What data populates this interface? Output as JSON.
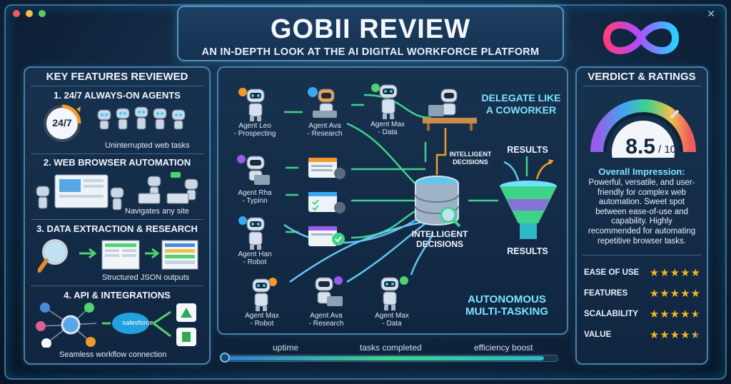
{
  "window": {
    "dot_colors": [
      "#ee5d5d",
      "#f3c04a",
      "#57c96b"
    ],
    "close_glyph": "✕"
  },
  "header": {
    "title": "GOBII REVIEW",
    "subtitle": "AN IN-DEPTH LOOK AT THE AI DIGITAL WORKFORCE PLATFORM"
  },
  "left": {
    "heading": "KEY FEATURES REVIEWED",
    "sections": [
      {
        "title": "1. 24/7 ALWAYS-ON AGENTS",
        "clock_text": "24/7",
        "caption": "Uninterrupted web tasks"
      },
      {
        "title": "2. WEB BROWSER AUTOMATION",
        "caption": "Navigates any site"
      },
      {
        "title": "3. DATA EXTRACTION & RESEARCH",
        "caption": "Structured JSON outputs"
      },
      {
        "title": "4. API & INTEGRATIONS",
        "integration": "salesforce",
        "caption": "Seamless workflow connection"
      }
    ]
  },
  "center": {
    "agents": [
      {
        "name": "Agent Leo",
        "role": "- Prospecting"
      },
      {
        "name": "Agent Ava",
        "role": "- Research"
      },
      {
        "name": "Agent Max",
        "role": "- Data"
      },
      {
        "name": "Agent Rha",
        "role": "- Typinn"
      },
      {
        "name": "Agent Han",
        "role": "- Robot"
      },
      {
        "name": "Agent Max",
        "role": "- Robot"
      },
      {
        "name": "Agent Ava",
        "role": "- Research"
      },
      {
        "name": "Agent Max",
        "role": "- Data"
      }
    ],
    "delegate_label": "DELEGATE LIKE A COWORKER",
    "intelligent_small": "INTELLIGENT DECISIONS",
    "intelligent_big": "INTELLIGENT DECISIONS",
    "results_top": "RESULTS",
    "results_bottom": "RESULTS",
    "autonomous_label": "AUTONOMOUS MULTI-TASKING"
  },
  "bottom_bar": {
    "labels": [
      "uptime",
      "tasks completed",
      "efficiency boost"
    ]
  },
  "right": {
    "heading": "VERDICT & RATINGS",
    "score": "8.5",
    "score_max": "/ 10",
    "impression_title": "Overall Impression:",
    "impression_text": "Powerful, versatile, and user-friendly for complex web automation. Sweet spot between ease-of-use and capability. Highly recommended for automating repetitive browser tasks.",
    "ratings": [
      {
        "label": "EASE OF USE",
        "stars": 5
      },
      {
        "label": "FEATURES",
        "stars": 5
      },
      {
        "label": "SCALABILITY",
        "stars": 4.5
      },
      {
        "label": "VALUE",
        "stars": 4.5
      }
    ]
  },
  "colors": {
    "accent": "#7de3ff",
    "star": "#f4b623",
    "border": "#4d7fa8"
  }
}
